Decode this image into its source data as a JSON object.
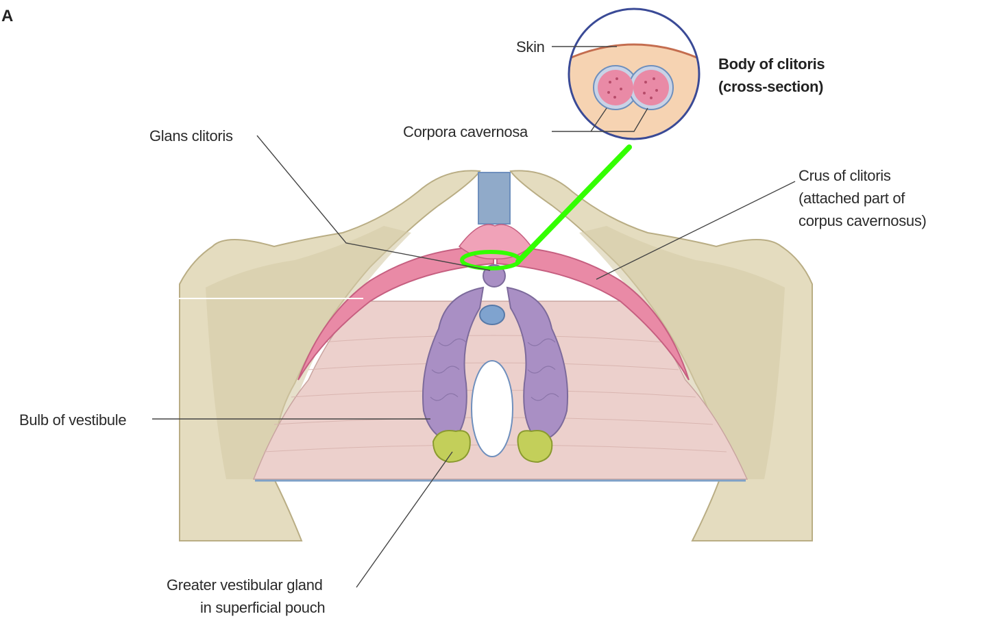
{
  "panel_letter": "A",
  "labels": {
    "skin": "Skin",
    "body_of_clitoris_line1": "Body of clitoris",
    "body_of_clitoris_line2": "(cross-section)",
    "glans_clitoris": "Glans clitoris",
    "corpora_cavernosa": "Corpora cavernosa",
    "crus_line1": "Crus of clitoris",
    "crus_line2": "(attached part of",
    "crus_line3": "corpus cavernosus)",
    "bulb_of_vestibule": "Bulb of vestibule",
    "gland_line1": "Greater vestibular gland",
    "gland_line2": "in superficial pouch"
  },
  "colors": {
    "bone": "#e4dcbf",
    "membrane": "#ecd0cc",
    "crus": "#e98aa6",
    "bulb": "#a98fc4",
    "gland": "#c3cf5a",
    "highlight": "#33ff00",
    "circle_border": "#3a4a96",
    "urethra": "#6e8fbd"
  }
}
